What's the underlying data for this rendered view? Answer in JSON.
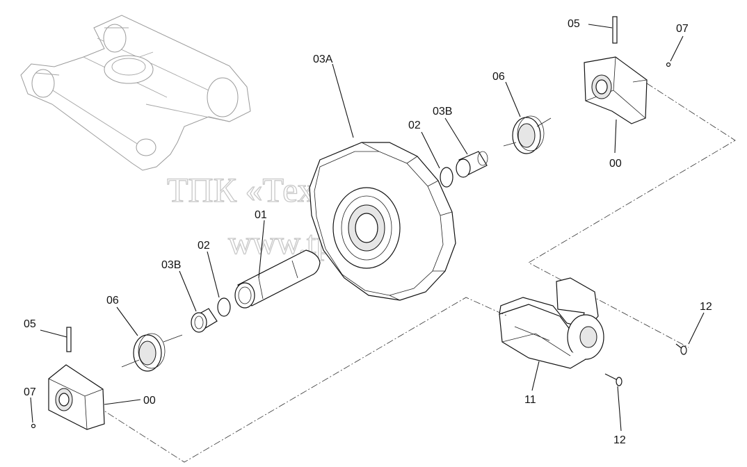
{
  "watermark": {
    "line1": "ТПК «Техно-Сиб»",
    "line2": "www.tpkts.ru"
  },
  "labels": {
    "p03a": "03A",
    "p05_top": "05",
    "p07_top": "07",
    "p06_top": "06",
    "p03b_top": "03B",
    "p02_top": "02",
    "p00_top": "00",
    "p01": "01",
    "p02_bottom": "02",
    "p03b_bottom": "03B",
    "p06_bottom": "06",
    "p05_bottom": "05",
    "p07_bottom": "07",
    "p00_bottom": "00",
    "p11": "11",
    "p12_right": "12",
    "p12_bottom": "12"
  }
}
